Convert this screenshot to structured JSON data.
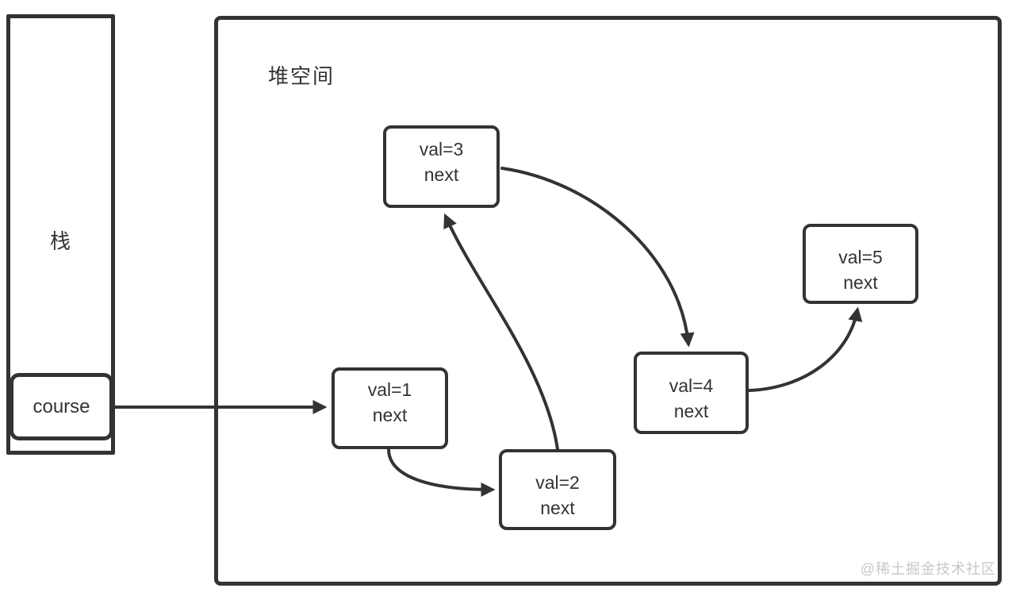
{
  "stack": {
    "label": "栈",
    "item_label": "course"
  },
  "heap": {
    "label": "堆空间",
    "nodes": [
      {
        "val": "val=1",
        "next": "next"
      },
      {
        "val": "val=2",
        "next": "next"
      },
      {
        "val": "val=3",
        "next": "next"
      },
      {
        "val": "val=4",
        "next": "next"
      },
      {
        "val": "val=5",
        "next": "next"
      }
    ],
    "edges": [
      {
        "from": "course",
        "to": "node-1"
      },
      {
        "from": "node-1",
        "to": "node-2"
      },
      {
        "from": "node-2",
        "to": "node-3"
      },
      {
        "from": "node-3",
        "to": "node-4"
      },
      {
        "from": "node-4",
        "to": "node-5"
      }
    ]
  },
  "watermark": "@稀土掘金技术社区",
  "colors": {
    "stroke": "#333333",
    "text": "#333333",
    "watermark": "#c8c8c8"
  }
}
